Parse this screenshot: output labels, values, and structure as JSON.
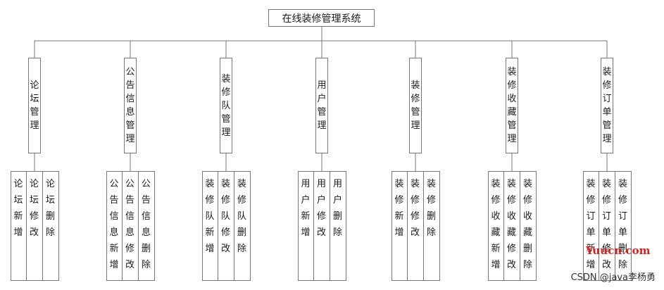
{
  "root": "在线装修管理系统",
  "modules": [
    {
      "label": "论坛管理",
      "children": [
        "论坛新增",
        "论坛修改",
        "论坛删除"
      ]
    },
    {
      "label": "公告信息管理",
      "children": [
        "公告信息新增",
        "公告信息修改",
        "公告信息删除"
      ]
    },
    {
      "label": "装修队管理",
      "children": [
        "装修队新增",
        "装修队修改",
        "装修队删除"
      ]
    },
    {
      "label": "用户管理",
      "children": [
        "用户新增",
        "用户修改",
        "用户删除"
      ]
    },
    {
      "label": "装修管理",
      "children": [
        "装修新增",
        "装修修改",
        "装修删除"
      ]
    },
    {
      "label": "装修收藏管理",
      "children": [
        "装修收藏新增",
        "装修收藏修改",
        "装修收藏删除"
      ]
    },
    {
      "label": "装修订单管理",
      "children": [
        "装修订单新增",
        "装修订单修改",
        "装修订单删除"
      ]
    }
  ],
  "watermarks": {
    "site": "Yuucn.com",
    "csdn": "CSDN @java李杨勇"
  }
}
